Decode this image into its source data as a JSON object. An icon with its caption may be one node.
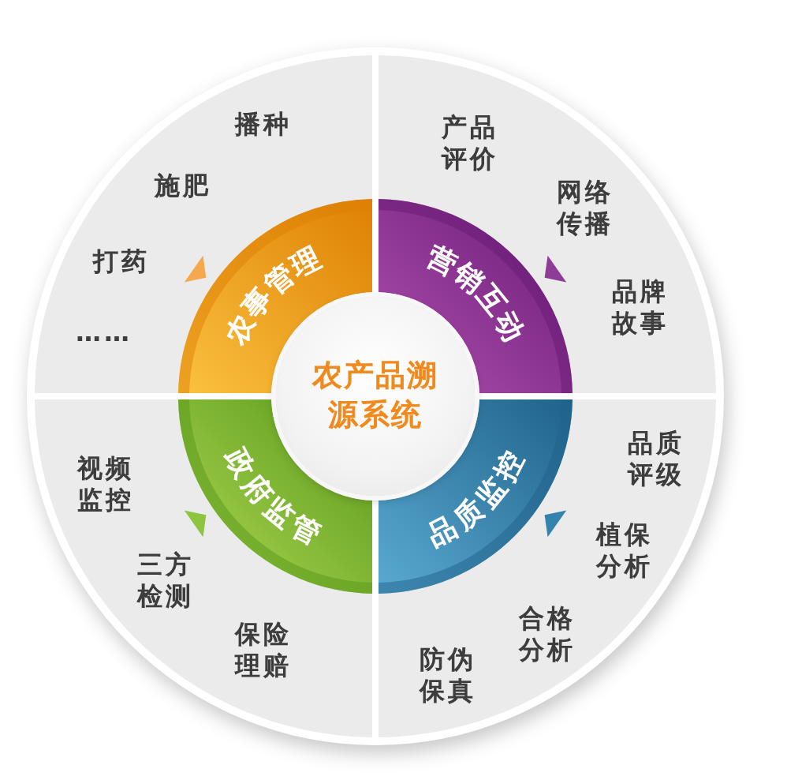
{
  "diagram": {
    "nodes": [
      {
        "text": [
          "农产品溯源系统"
        ]
      },
      {
        "text": [
          "播种",
          "施肥",
          "打药",
          "……"
        ]
      },
      {
        "text": [
          "农事管理"
        ],
        "in": 1
      },
      {
        "text": [
          "产品评价",
          "网络传播",
          "品牌故事"
        ]
      },
      {
        "text": [
          "营销互动"
        ],
        "in": 3
      },
      {
        "text": [
          "品质评级",
          "植保分析",
          "合格分析",
          "防伪保真"
        ]
      },
      {
        "text": [
          "品质监控"
        ],
        "in": 5
      },
      {
        "text": [
          "视频监控",
          "三方检测",
          "保险理赔"
        ]
      },
      {
        "text": [
          "政府监管"
        ],
        "in": 7
      }
    ]
  }
}
